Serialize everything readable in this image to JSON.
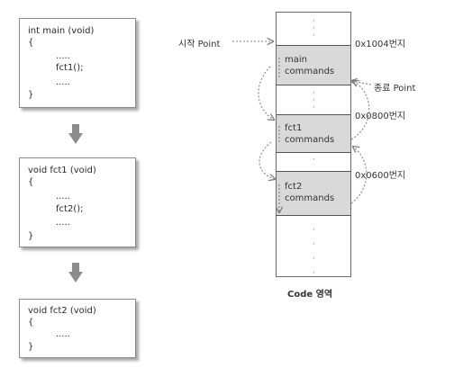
{
  "code_boxes": [
    {
      "lines": [
        "int main (void)",
        "{",
        ".....",
        "fct1();",
        ".....",
        "}"
      ]
    },
    {
      "lines": [
        "void fct1 (void)",
        "{",
        ".....",
        "fct2();",
        ".....",
        "}"
      ]
    },
    {
      "lines": [
        "void fct2 (void)",
        "{",
        ".....",
        "}"
      ]
    }
  ],
  "memory": {
    "segments": [
      {
        "line1": "main",
        "line2": "commands"
      },
      {
        "line1": "fct1",
        "line2": "commands"
      },
      {
        "line1": "fct2",
        "line2": "commands"
      }
    ],
    "caption": "Code 영역"
  },
  "labels": {
    "start_point": "시작 Point",
    "end_point": "종료 Point",
    "addr_main": "0x1004번지",
    "addr_fct1": "0x0800번지",
    "addr_fct2": "0x0600번지"
  },
  "colors": {
    "segment_fill": "#d9d9d9",
    "down_arrow": "#8c8c8c",
    "dotted_arrow": "#808080"
  }
}
